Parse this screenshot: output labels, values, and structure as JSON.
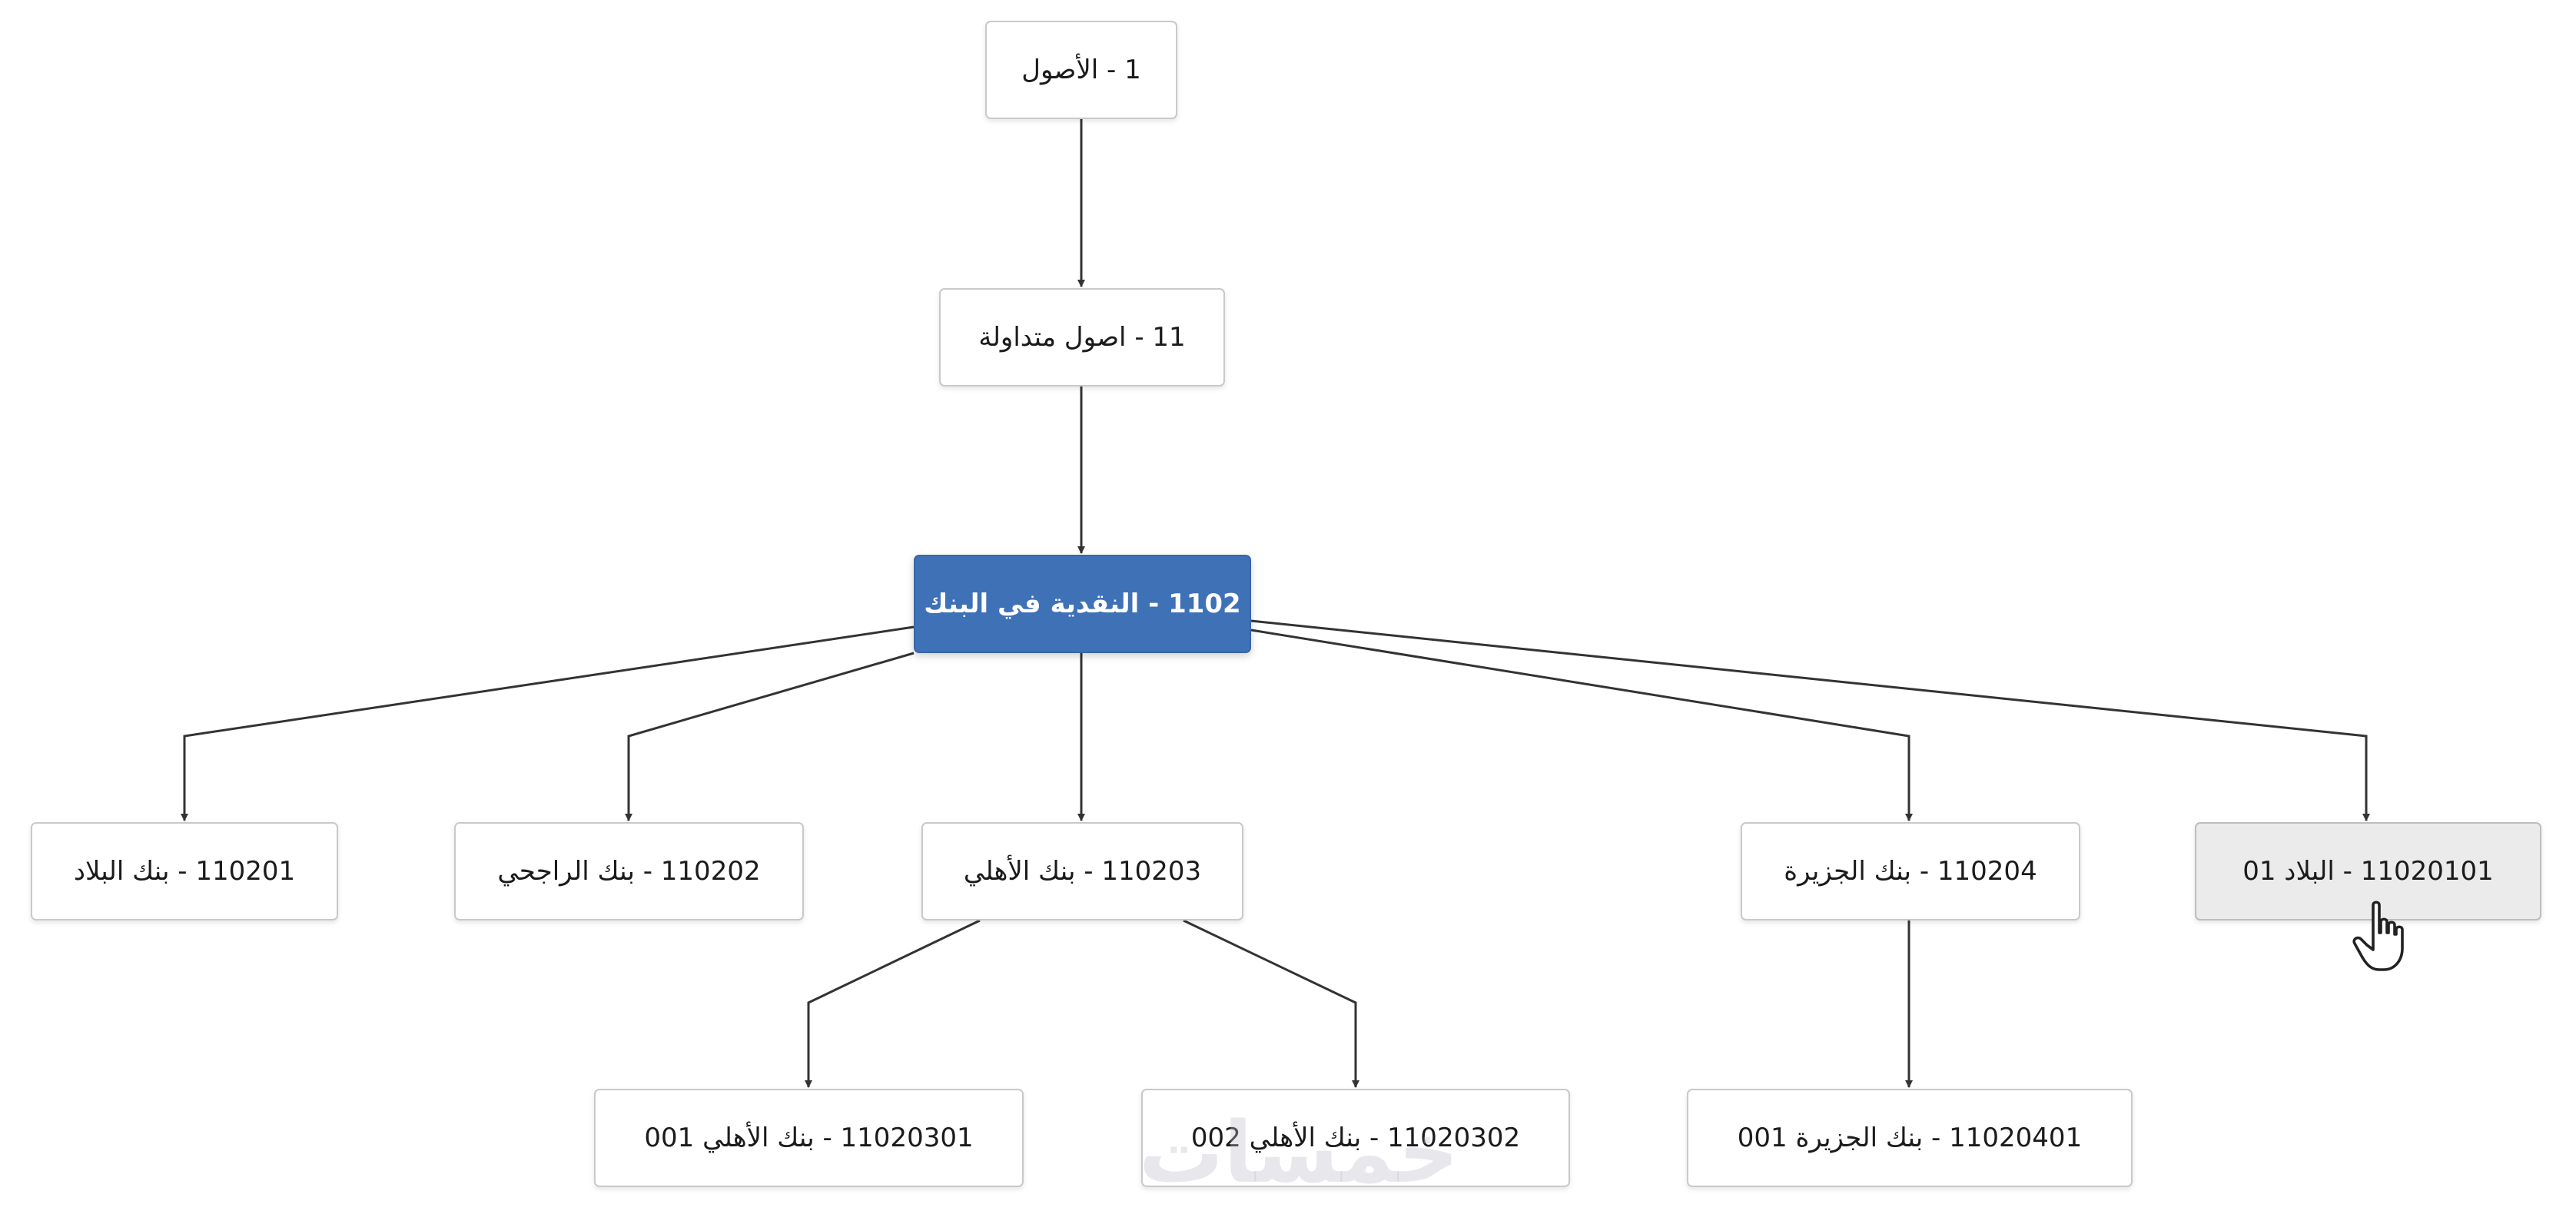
{
  "tree": {
    "nodes": [
      {
        "id": "n1",
        "label": "1 - الأصول",
        "parent": null
      },
      {
        "id": "n11",
        "label": "11 - اصول متداولة",
        "parent": "n1"
      },
      {
        "id": "n1102",
        "label": "1102 - النقدية في البنك",
        "parent": "n11",
        "active": true
      },
      {
        "id": "n110201",
        "label": "110201 - بنك البلاد",
        "parent": "n1102"
      },
      {
        "id": "n110202",
        "label": "110202 - بنك الراجحي",
        "parent": "n1102"
      },
      {
        "id": "n110203",
        "label": "110203 - بنك الأهلي",
        "parent": "n1102"
      },
      {
        "id": "n110204",
        "label": "110204 - بنك الجزيرة",
        "parent": "n1102"
      },
      {
        "id": "n11020101",
        "label": "11020101 - البلاد 01",
        "parent": "n1102",
        "hovered": true
      },
      {
        "id": "n11020301",
        "label": "11020301 - بنك الأهلي 001",
        "parent": "n110203"
      },
      {
        "id": "n11020302",
        "label": "11020302 - بنك الأهلي 002",
        "parent": "n110203"
      },
      {
        "id": "n11020401",
        "label": "11020401 - بنك الجزيرة 001",
        "parent": "n110204"
      }
    ]
  },
  "watermark": "خمسات",
  "colors": {
    "active_fill": "#3f71b7",
    "edge": "#333333",
    "hover_fill": "#ebebeb"
  },
  "icons": {
    "cursor": "hand-pointer-icon"
  }
}
